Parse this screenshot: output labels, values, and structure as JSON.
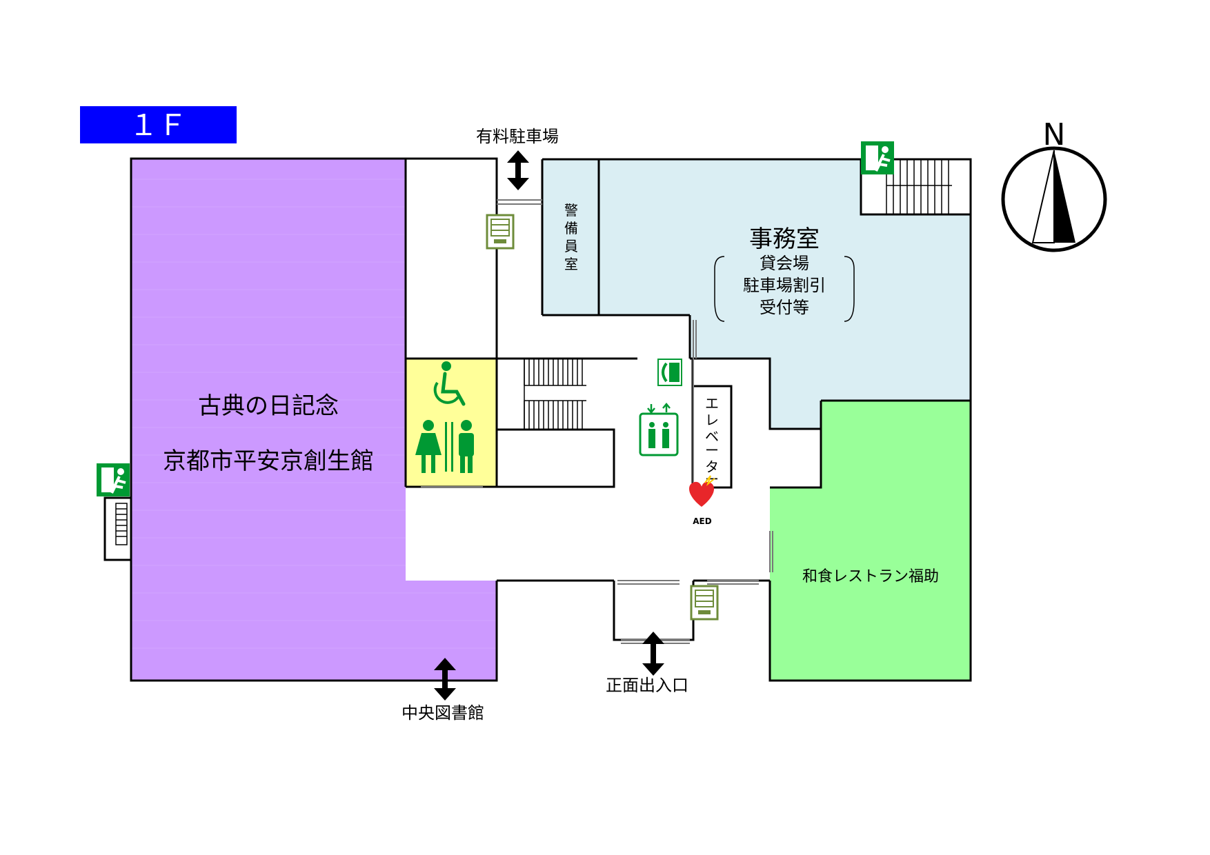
{
  "floor_label": "１Ｆ",
  "compass_label": "N",
  "rooms": {
    "hall_line1": "古典の日記念",
    "hall_line2": "京都市平安京創生館",
    "office_title": "事務室",
    "office_line1": "貸会場",
    "office_line2": "駐車場割引",
    "office_line3": "受付等",
    "guard_chars": [
      "警",
      "備",
      "員",
      "室"
    ],
    "elevator_chars": [
      "エ",
      "レ",
      "ベ",
      "ー",
      "タ",
      "ー"
    ],
    "restaurant": "和食レストラン福助"
  },
  "exits": {
    "parking": "有料駐車場",
    "main_entrance": "正面出入口",
    "library": "中央図書館"
  },
  "aed_label": "AED",
  "colors": {
    "floor_badge": "#0000ff",
    "hall": "#cc99ff",
    "office": "#daeef3",
    "restaurant": "#99ff99",
    "restroom": "#ffff99",
    "sign_green": "#009933",
    "vending_green": "#6e8c3a",
    "aed_red": "#e8262a"
  },
  "icons": [
    "wheelchair-icon",
    "restroom-icon",
    "elevator-icon",
    "phone-icon",
    "aed-icon",
    "vending-machine-icon",
    "emergency-exit-icon",
    "north-arrow-icon",
    "double-arrow-icon"
  ]
}
